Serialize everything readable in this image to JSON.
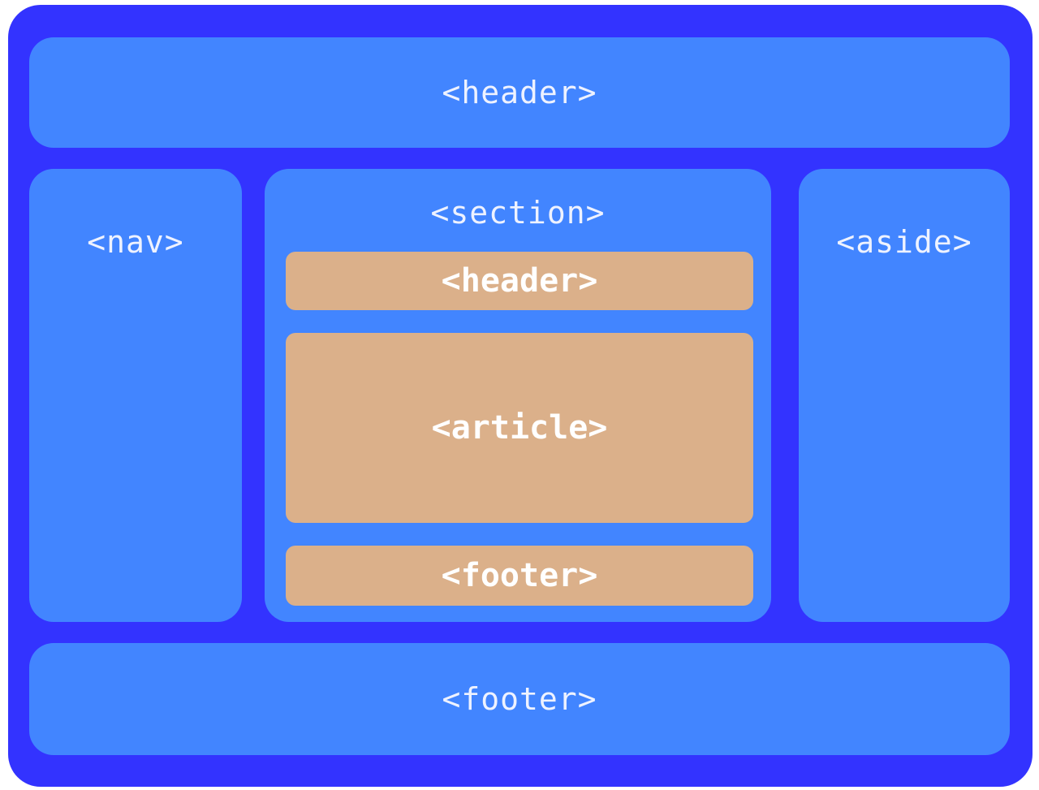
{
  "diagram": {
    "outer_header": "<header>",
    "nav": "<nav>",
    "section": "<section>",
    "aside": "<aside>",
    "outer_footer": "<footer>",
    "inner_header": "<header>",
    "article": "<article>",
    "inner_footer": "<footer>"
  },
  "colors": {
    "frame": "#3333ff",
    "region": "#4285ff",
    "inner_block": "#dbb08a",
    "text": "#ffffff"
  }
}
